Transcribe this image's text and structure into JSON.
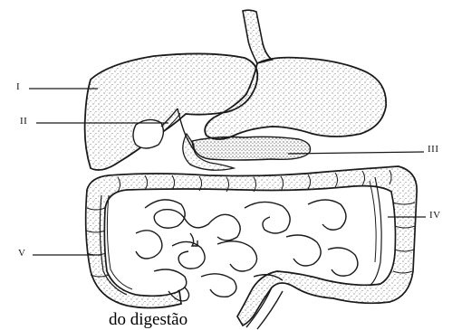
{
  "labels": {
    "I": "I",
    "II": "II",
    "III": "III",
    "IV": "IV",
    "V": "V"
  },
  "caption": "do digestão",
  "colors": {
    "ink": "#1a1a1a",
    "paper": "#ffffff"
  }
}
